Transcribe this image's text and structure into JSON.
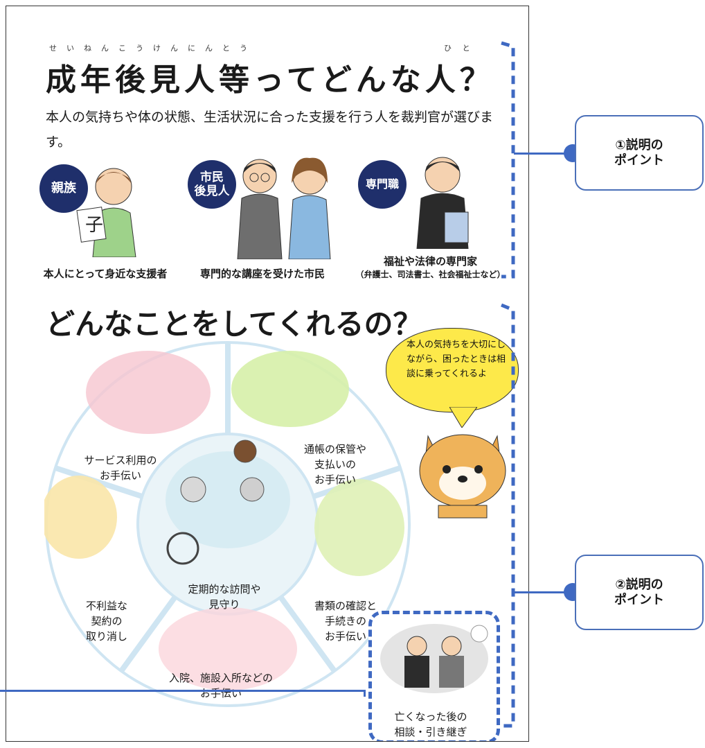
{
  "section1": {
    "title": "成年後見人等ってどんな人？",
    "title_furigana_left": "せいねんこうけんにんとう",
    "title_furigana_right": "ひと",
    "intro": "本人の気持ちや体の状態、生活状況に合った支援を行う人を裁判官が選びます。",
    "types": [
      {
        "badge": "親族",
        "caption": "本人にとって身近な支援者",
        "sub": ""
      },
      {
        "badge": "市民\n後見人",
        "caption": "専門的な講座を受けた市民",
        "sub": ""
      },
      {
        "badge": "専門職",
        "caption": "福祉や法律の専門家",
        "sub": "（弁護士、司法書士、社会福祉士など）"
      }
    ]
  },
  "section2": {
    "title": "どんなことをしてくれるの？",
    "center": "定期的な訪問や\n見守り",
    "segments": [
      "サービス利用の\nお手伝い",
      "通帳の保管や\n支払いの\nお手伝い",
      "書類の確認と\n手続きの\nお手伝い",
      "入院、施設入所などの\nお手伝い",
      "不利益な\n契約の\n取り消し"
    ],
    "extra": "亡くなった後の\n相談・引き継ぎ",
    "bubble": "本人の気持ちを大切にしながら、困ったときは相談に乗ってくれるよ"
  },
  "callouts": {
    "first": {
      "line1": "①説明の",
      "line2": "ポイント"
    },
    "second": {
      "line1": "②説明の",
      "line2": "ポイント"
    }
  },
  "colors": {
    "navy": "#1f2f6b",
    "accent_blue": "#3f69c2",
    "bubble_yellow": "#fde94a"
  }
}
